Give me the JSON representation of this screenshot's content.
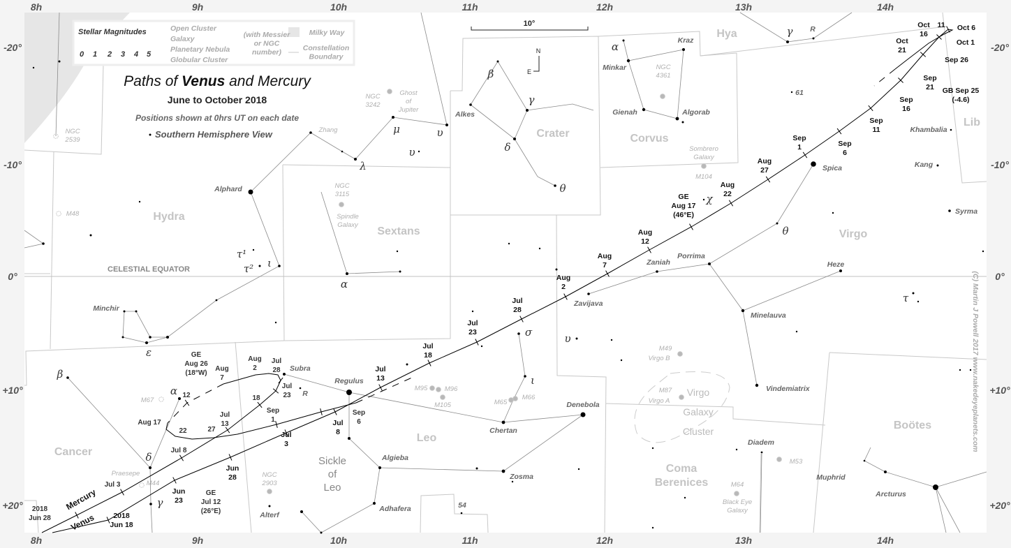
{
  "title": {
    "pre": "Paths of ",
    "bold": "Venus",
    "post": " and Mercury",
    "subtitle": "June to October 2018",
    "note": "Positions shown at 0hrs UT on each date",
    "view": "Southern Hemisphere View"
  },
  "legend": {
    "magnitudes_title": "Stellar Magnitudes",
    "magnitudes": [
      "0",
      "1",
      "2",
      "3",
      "4",
      "5"
    ],
    "open_cluster": "Open Cluster",
    "galaxy": "Galaxy",
    "planetary_nebula": "Planetary Nebula",
    "globular_cluster": "Globular Cluster",
    "messier_note": [
      "(with Messier",
      "or NGC",
      "number)"
    ],
    "milky_way": "Milky Way",
    "boundary": [
      "Constellation",
      "Boundary"
    ]
  },
  "scale": {
    "label": "10°",
    "north": "N",
    "east": "E"
  },
  "axes": {
    "ra_top": [
      "8h",
      "9h",
      "10h",
      "11h",
      "12h",
      "13h",
      "14h"
    ],
    "ra_bottom": [
      "8h",
      "9h",
      "10h",
      "11h",
      "12h",
      "13h",
      "14h"
    ],
    "dec_left": [
      "-20°",
      "-10°",
      "0°",
      "+10°",
      "+20°"
    ],
    "dec_right": [
      "-20°",
      "-10°",
      "0°",
      "+10°",
      "+20°"
    ],
    "equator": "CELESTIAL EQUATOR"
  },
  "constellations": {
    "hya": "Hya",
    "hydra": "Hydra",
    "crater": "Crater",
    "corvus": "Corvus",
    "sextans": "Sextans",
    "virgo": "Virgo",
    "lib": "Lib",
    "leo": "Leo",
    "cancer": "Cancer",
    "bootes": "Boötes",
    "coma": [
      "Coma",
      "Berenices"
    ],
    "sickle": [
      "Sickle",
      "of",
      "Leo"
    ]
  },
  "stars": {
    "alphard": "Alphard",
    "zhang": "Zhang",
    "minchir": "Minchir",
    "alkes": "Alkes",
    "minkar": "Minkar",
    "kraz": "Kraz",
    "gienah": "Gienah",
    "algorab": "Algorab",
    "spica": "Spica",
    "khambalia": "Khambalia",
    "kang": "Kang",
    "syrma": "Syrma",
    "porrima": "Porrima",
    "zaniah": "Zaniah",
    "zavijava": "Zavijava",
    "heze": "Heze",
    "minelauva": "Minelauva",
    "vindemiatrix": "Vindemiatrix",
    "diadem": "Diadem",
    "muphrid": "Muphrid",
    "arcturus": "Arcturus",
    "denebola": "Denebola",
    "chertan": "Chertan",
    "regulus": "Regulus",
    "subra": "Subra",
    "r_leo": "R",
    "algieba": "Algieba",
    "zosma": "Zosma",
    "adhafera": "Adhafera",
    "alterf": "Alterf",
    "s54": "54",
    "s61": "61",
    "r_hya": "R"
  },
  "greek": {
    "mu_hya": "μ",
    "nu_hya": "υ",
    "upsilon_hya": "υ",
    "lambda_hya": "λ",
    "beta_crt": "β",
    "gamma_crt": "γ",
    "delta_crt": "δ",
    "theta_crt": "θ",
    "alpha_crv": "α",
    "tau1_hya": "τ¹",
    "tau2_hya": "τ²",
    "iota_hya": "ι",
    "alpha_sex": "α",
    "sigma_leo": "σ",
    "iota_leo": "ι",
    "upsilon_leo": "υ",
    "theta_vir": "θ",
    "chi_vir": "χ",
    "tau_vir": "τ",
    "beta_cnc": "β",
    "alpha_cnc": "α",
    "delta_cnc": "δ",
    "gamma_cnc": "γ",
    "epsilon_hya": "ε",
    "gamma_hya": "γ"
  },
  "deep_sky": {
    "ngc2539": [
      "NGC",
      "2539"
    ],
    "m48": "M48",
    "ngc3242": [
      "NGC",
      "3242"
    ],
    "ghost": [
      "Ghost",
      "of",
      "Jupiter"
    ],
    "ngc3115": [
      "NGC",
      "3115"
    ],
    "spindle": [
      "Spindle",
      "Galaxy"
    ],
    "ngc4361": [
      "NGC",
      "4361"
    ],
    "sombrero": [
      "Sombrero",
      "Galaxy"
    ],
    "m104": "M104",
    "m95": "M95",
    "m96": "M96",
    "m105": "M105",
    "m65": "M65",
    "m66": "M66",
    "m49": "M49",
    "virgo_b": "Virgo B",
    "m87": "M87",
    "virgo_a": "Virgo A",
    "virgo_cluster": [
      "Virgo",
      "Galaxy",
      "Cluster"
    ],
    "m53": "M53",
    "m64": "M64",
    "black_eye": [
      "Black Eye",
      "Galaxy"
    ],
    "m67": "M67",
    "praesepe": "Praesepe",
    "m44": "M44",
    "ngc2903": [
      "NGC",
      "2903"
    ]
  },
  "venus": {
    "name": "Venus",
    "labels": {
      "jun18": [
        "2018",
        "Jun 18"
      ],
      "jun23": [
        "Jun",
        "23"
      ],
      "jun28": [
        "Jun",
        "28"
      ],
      "jul3": [
        "Jul",
        "3"
      ],
      "jul8": [
        "Jul",
        "8"
      ],
      "jul13": [
        "Jul",
        "13"
      ],
      "jul18": [
        "Jul",
        "18"
      ],
      "jul23": [
        "Jul",
        "23"
      ],
      "jul28": [
        "Jul",
        "28"
      ],
      "aug2": [
        "Aug",
        "2"
      ],
      "aug7": [
        "Aug",
        "7"
      ],
      "aug12": [
        "Aug",
        "12"
      ],
      "ge_aug17": [
        "GE",
        "Aug 17",
        "(46°E)"
      ],
      "aug22": [
        "Aug",
        "22"
      ],
      "aug27": [
        "Aug",
        "27"
      ],
      "sep1": [
        "Sep",
        "1"
      ],
      "sep6": [
        "Sep",
        "6"
      ],
      "sep11": [
        "Sep",
        "11"
      ],
      "sep16": [
        "Sep",
        "16"
      ],
      "sep21": [
        "Sep",
        "21"
      ],
      "gb_sep25": [
        "GB Sep 25",
        "(-4.6)"
      ],
      "sep26": "Sep 26",
      "oct1": "Oct 1",
      "oct6": "Oct 6",
      "oct11": "11",
      "oct16": [
        "Oct",
        "16"
      ],
      "oct21": [
        "Oct",
        "21"
      ]
    }
  },
  "mercury": {
    "name": "Mercury",
    "labels": {
      "jun28": [
        "2018",
        "Jun 28"
      ],
      "jul3": "Jul 3",
      "jul8": "Jul 8",
      "jul13": [
        "Jul",
        "13"
      ],
      "jul18": "18",
      "jul23": [
        "Jul",
        "23"
      ],
      "jul28": [
        "Jul",
        "28"
      ],
      "aug2": [
        "Aug",
        "2"
      ],
      "aug7": [
        "Aug",
        "7"
      ],
      "ge_aug26": [
        "GE",
        "Aug 26",
        "(18°W)"
      ],
      "aug12": "12",
      "aug17": "Aug 17",
      "aug22": "22",
      "aug27": "27",
      "sep1": [
        "Sep",
        "1"
      ],
      "sep6": [
        "Sep",
        "6"
      ],
      "ge_jul12": [
        "GE",
        "Jul 12",
        "(26°E)"
      ]
    }
  },
  "copyright": "(C) Martin J Powell  2017  www.nakedeyeplanets.com",
  "colors": {
    "background": "#ffffff",
    "border": "#f4f4f4",
    "milky_way": "#e6e6e6",
    "boundary": "#c8c8c8",
    "figure_line": "#8a8a8a",
    "path": "#000000"
  }
}
